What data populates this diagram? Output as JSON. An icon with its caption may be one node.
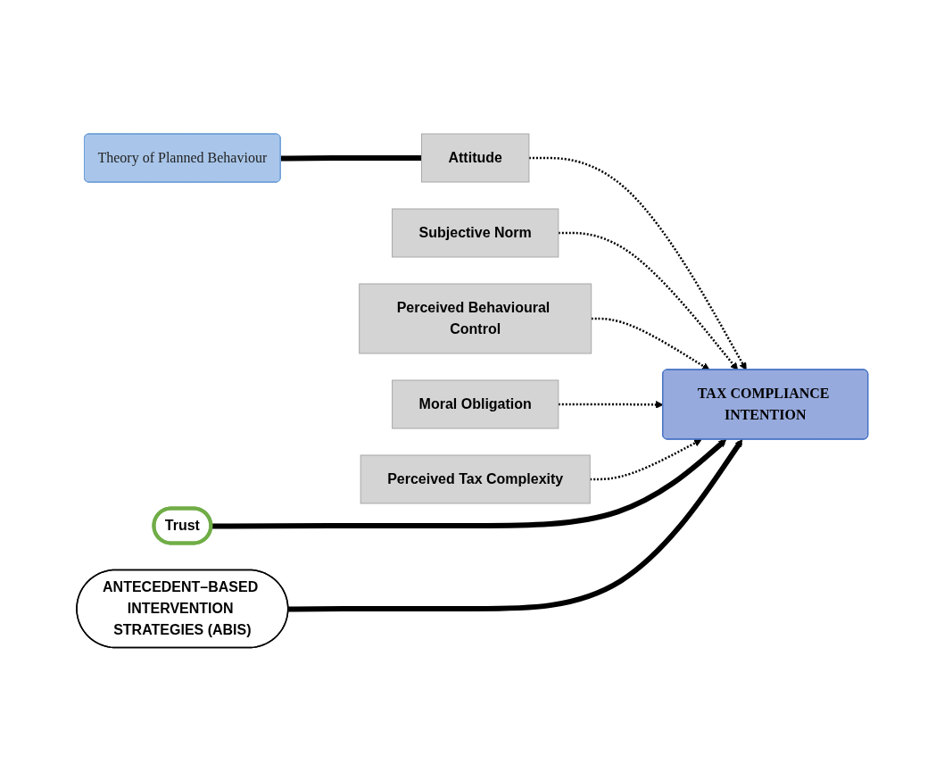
{
  "diagram": {
    "nodes": [
      {
        "text": [
          "Theory of Planned Behaviour"
        ]
      },
      {
        "text": [
          "Attitude"
        ]
      },
      {
        "text": [
          "Subjective Norm"
        ]
      },
      {
        "text": [
          "Perceived Behavioural Control"
        ]
      },
      {
        "text": [
          "Moral Obligation"
        ]
      },
      {
        "text": [
          "Perceived Tax Complexity"
        ]
      },
      {
        "text": [
          "Trust"
        ]
      },
      {
        "text": [
          "TAX COMPLIANCE INTENTION"
        ]
      },
      {
        "text": [
          "ANTECEDENT–BASED INTERVENTION STRATEGIES (ABIS)"
        ]
      }
    ],
    "edges": [
      {
        "from": 0,
        "to": 1,
        "arrow": "none",
        "style": "thick"
      },
      {
        "from": 1,
        "to": 7,
        "arrow": "to",
        "style": "dashed"
      },
      {
        "from": 2,
        "to": 7,
        "arrow": "to",
        "style": "dashed"
      },
      {
        "from": 3,
        "to": 7,
        "arrow": "to",
        "style": "dashed"
      },
      {
        "from": 4,
        "to": 7,
        "arrow": "to",
        "style": "dashed"
      },
      {
        "from": 5,
        "to": 7,
        "arrow": "to",
        "style": "dashed"
      },
      {
        "from": 6,
        "to": 7,
        "arrow": "to",
        "style": "thick"
      },
      {
        "from": 8,
        "to": 7,
        "arrow": "to",
        "style": "thick"
      }
    ]
  }
}
